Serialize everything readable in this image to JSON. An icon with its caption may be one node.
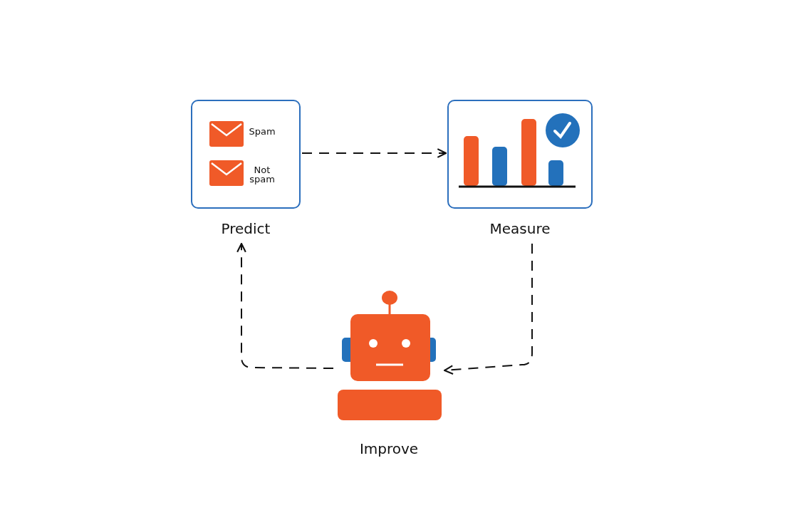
{
  "diagram": {
    "nodes": [
      {
        "text": [
          "Predict"
        ]
      },
      {
        "text": [
          "Measure"
        ]
      },
      {
        "text": [
          "Improve"
        ]
      }
    ],
    "edges": [
      {
        "from": 0,
        "to": 1,
        "arrow": "to",
        "style": "dashed"
      },
      {
        "from": 1,
        "to": 2,
        "arrow": "to",
        "style": "dashed"
      },
      {
        "from": 2,
        "to": 0,
        "arrow": "to",
        "style": "dashed"
      }
    ],
    "labels": [
      "Spam",
      "Not spam"
    ]
  }
}
